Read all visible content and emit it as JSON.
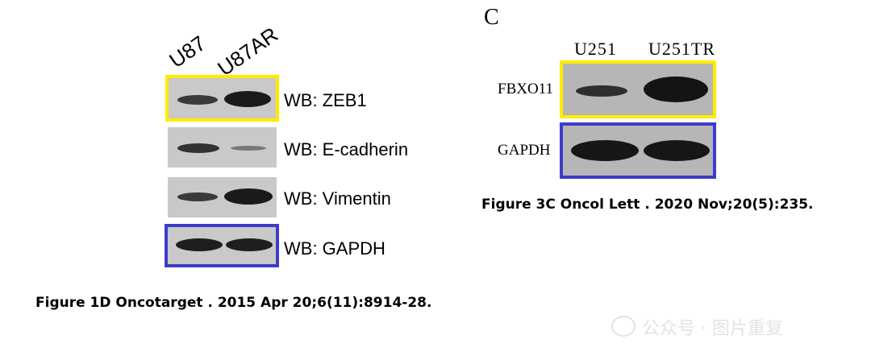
{
  "colors": {
    "highlight_yellow": "#ffeb00",
    "highlight_blue": "#3c3cc8"
  },
  "panel_left": {
    "lanes": [
      "U87",
      "U87AR"
    ],
    "rows": [
      {
        "label": "WB: ZEB1",
        "box": "yellow",
        "band_strength": [
          0.55,
          1.0
        ]
      },
      {
        "label": "WB: E-cadherin",
        "box": "none",
        "band_strength": [
          0.7,
          0.25
        ]
      },
      {
        "label": "WB: Vimentin",
        "box": "none",
        "band_strength": [
          0.6,
          1.0
        ]
      },
      {
        "label": "WB: GAPDH",
        "box": "blue",
        "band_strength": [
          0.9,
          0.9
        ]
      }
    ],
    "caption": "Figure 1D Oncotarget . 2015 Apr 20;6(11):8914-28."
  },
  "panel_right": {
    "panel_letter": "C",
    "lanes": [
      "U251",
      "U251TR"
    ],
    "rows": [
      {
        "label": "FBXO11",
        "box": "yellow",
        "band_strength": [
          0.55,
          1.0
        ]
      },
      {
        "label": "GAPDH",
        "box": "blue",
        "band_strength": [
          0.9,
          0.9
        ]
      }
    ],
    "caption": "Figure 3C Oncol Lett . 2020 Nov;20(5):235."
  },
  "watermark": {
    "text": "公众号 · 图片重复"
  }
}
